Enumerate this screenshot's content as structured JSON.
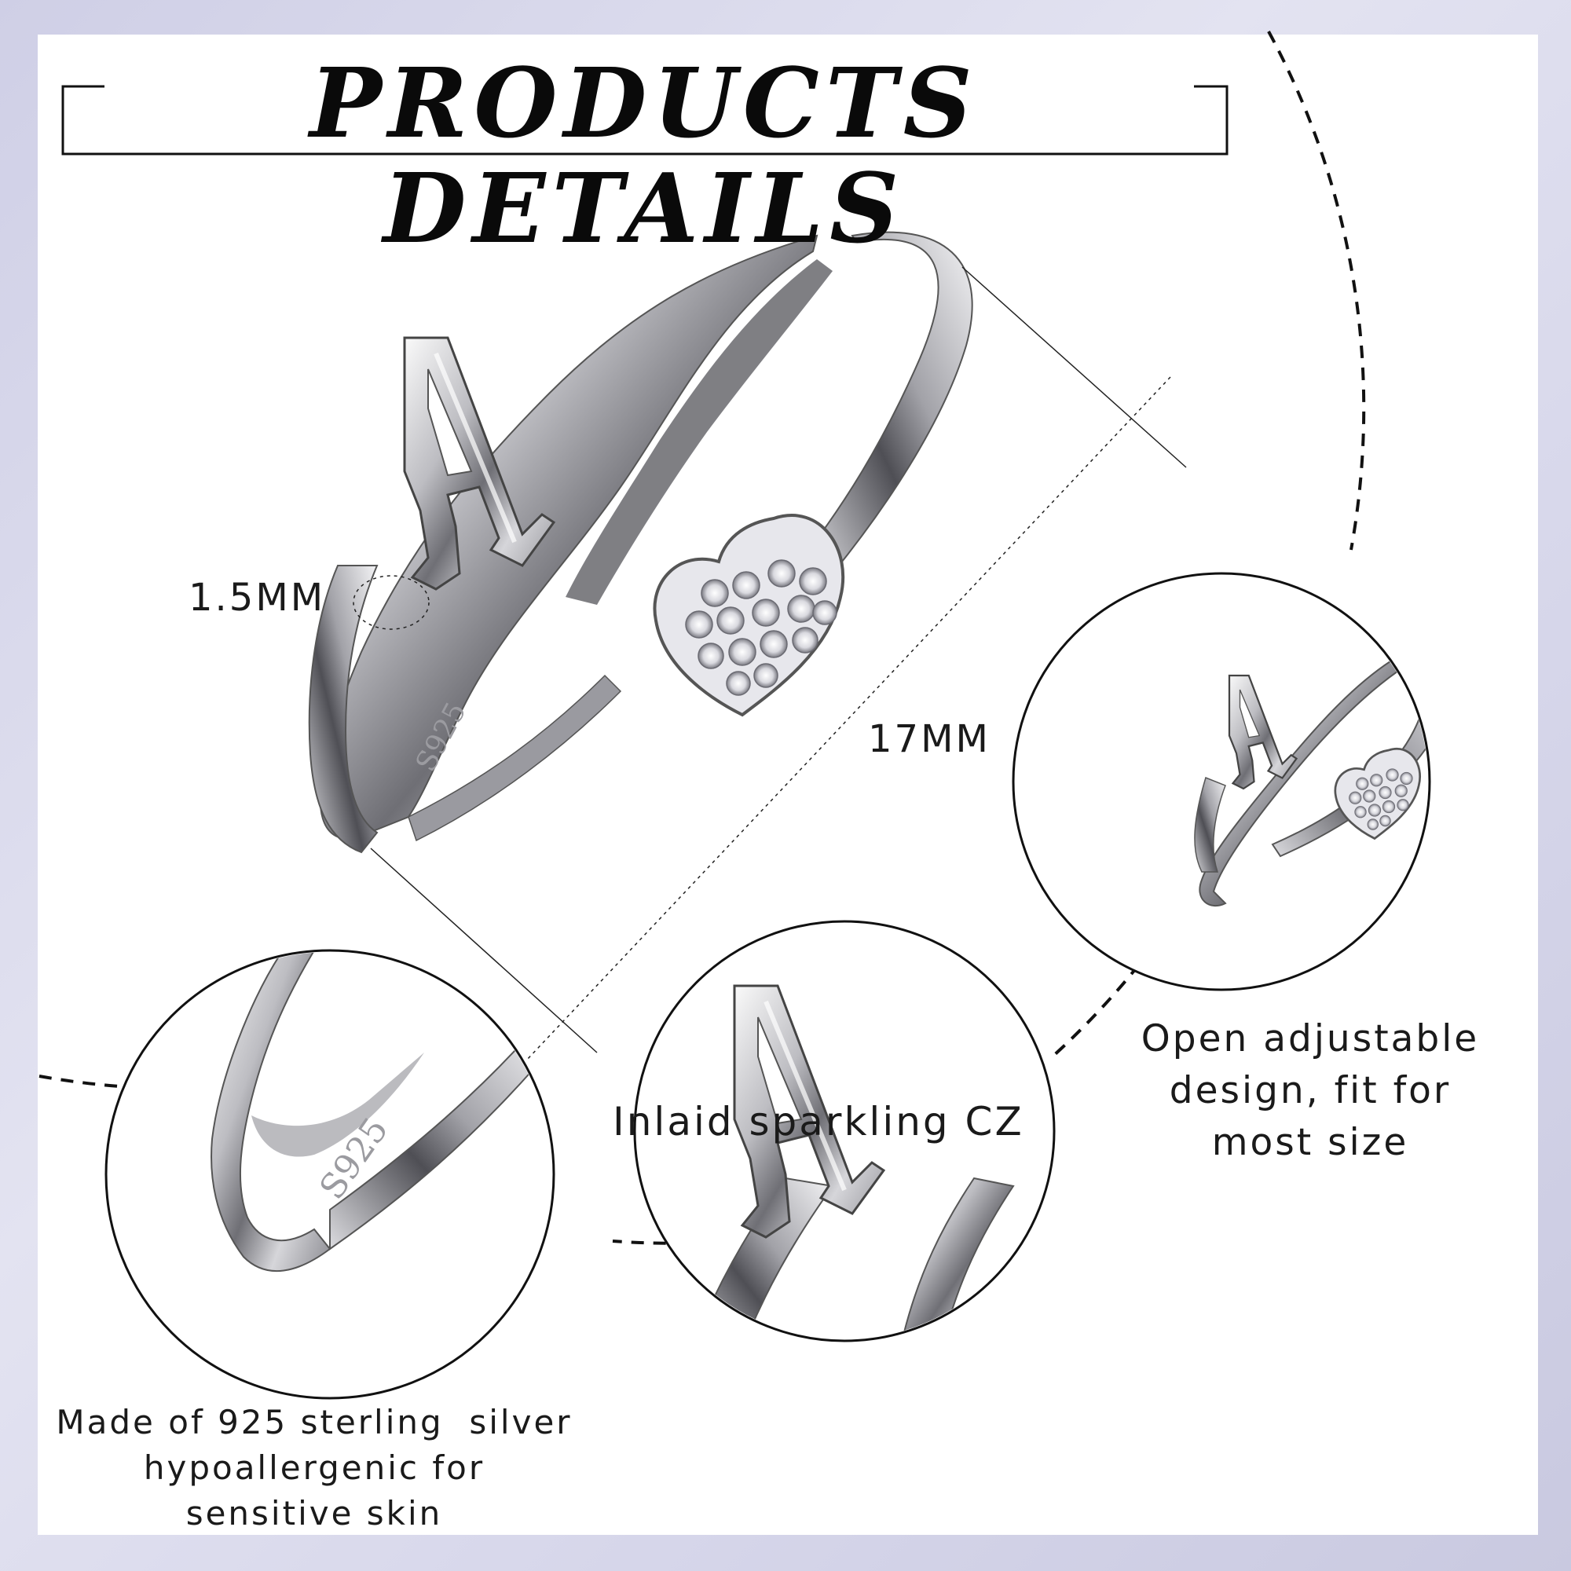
{
  "title": "PRODUCTS DETAILS",
  "dimensions": {
    "band_width": "1.5MM",
    "diameter": "17MM"
  },
  "features": {
    "adjustable": [
      "Open adjustable",
      "design, fit for",
      "most size"
    ],
    "cz": "Inlaid sparkling CZ",
    "material": [
      "Made of 925 sterling  silver",
      "hypoallergenic for",
      "sensitive skin"
    ]
  },
  "engraving": "S925",
  "colors": {
    "background": "#d8d8ec",
    "card": "#ffffff",
    "silver": "#c8c8cc",
    "text": "#1a1a1a"
  }
}
